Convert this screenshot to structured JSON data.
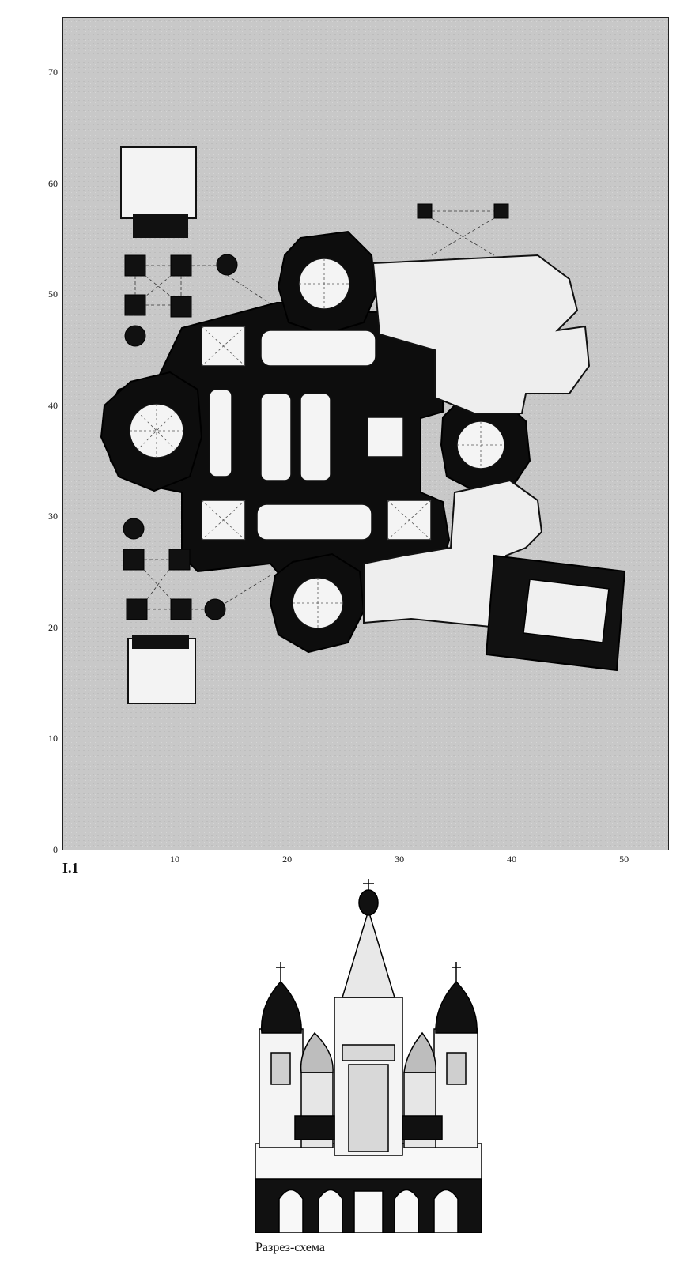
{
  "plan": {
    "y_ticks": [
      "0",
      "10",
      "20",
      "30",
      "40",
      "50",
      "60",
      "70"
    ],
    "x_ticks": [
      "10",
      "20",
      "30",
      "40",
      "50"
    ],
    "y_range": [
      0,
      75
    ],
    "x_range": [
      0,
      54
    ]
  },
  "figure_label": "I.1",
  "section_caption": "Разрез-схема"
}
